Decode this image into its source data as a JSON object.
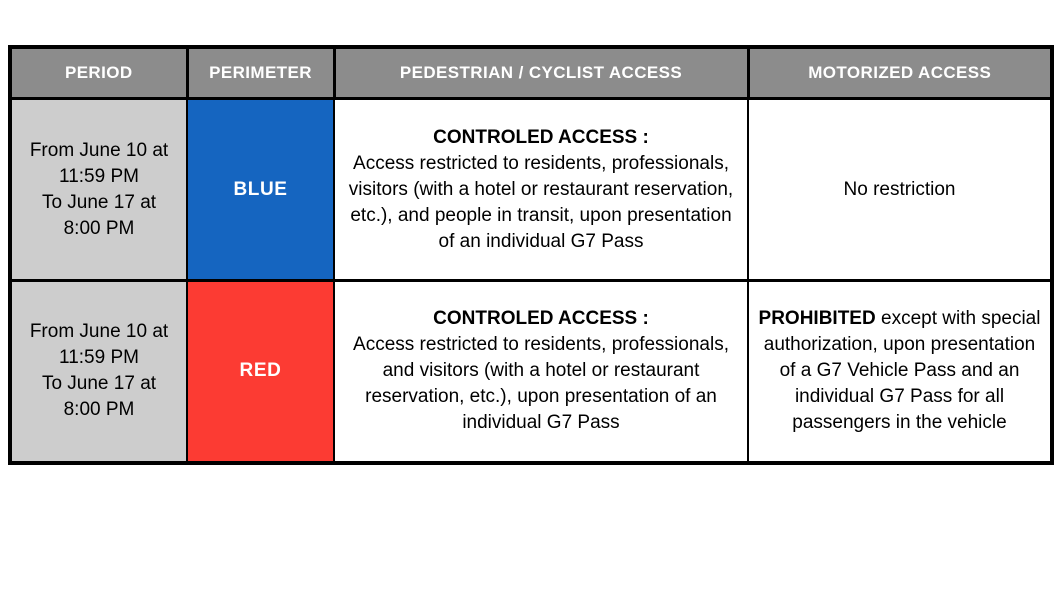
{
  "colors": {
    "header_bg": "#8C8C8C",
    "header_text": "#FFFFFF",
    "period_bg": "#CDCDCD",
    "blue_perimeter": "#1565C0",
    "red_perimeter": "#FC3B33",
    "border": "#000000",
    "body_text": "#000000"
  },
  "table": {
    "headers": [
      "PERIOD",
      "PERIMETER",
      "PEDESTRIAN / CYCLIST ACCESS",
      "MOTORIZED ACCESS"
    ],
    "rows": [
      {
        "period": "From June 10 at\n11:59 PM\nTo June 17 at\n8:00 PM",
        "perimeter": {
          "label": "BLUE",
          "color": "#1565C0"
        },
        "pedestrian": {
          "title": "CONTROLED ACCESS :",
          "body": "Access restricted to residents, professionals, visitors (with a hotel or restaurant reservation, etc.), and people in transit, upon presentation of an individual G7 Pass"
        },
        "motorized": {
          "bold": "",
          "body": "No restriction"
        }
      },
      {
        "period": "From June 10 at\n11:59 PM\nTo June 17 at\n8:00 PM",
        "perimeter": {
          "label": "RED",
          "color": "#FC3B33"
        },
        "pedestrian": {
          "title": "CONTROLED ACCESS :",
          "body": "Access restricted to residents, professionals, and visitors (with a hotel or restaurant reservation, etc.), upon presentation of an individual G7 Pass"
        },
        "motorized": {
          "bold": "PROHIBITED",
          "body": "except with special authorization, upon presentation of a G7 Vehicle Pass and an individual G7 Pass for all passengers in the vehicle"
        }
      }
    ]
  }
}
